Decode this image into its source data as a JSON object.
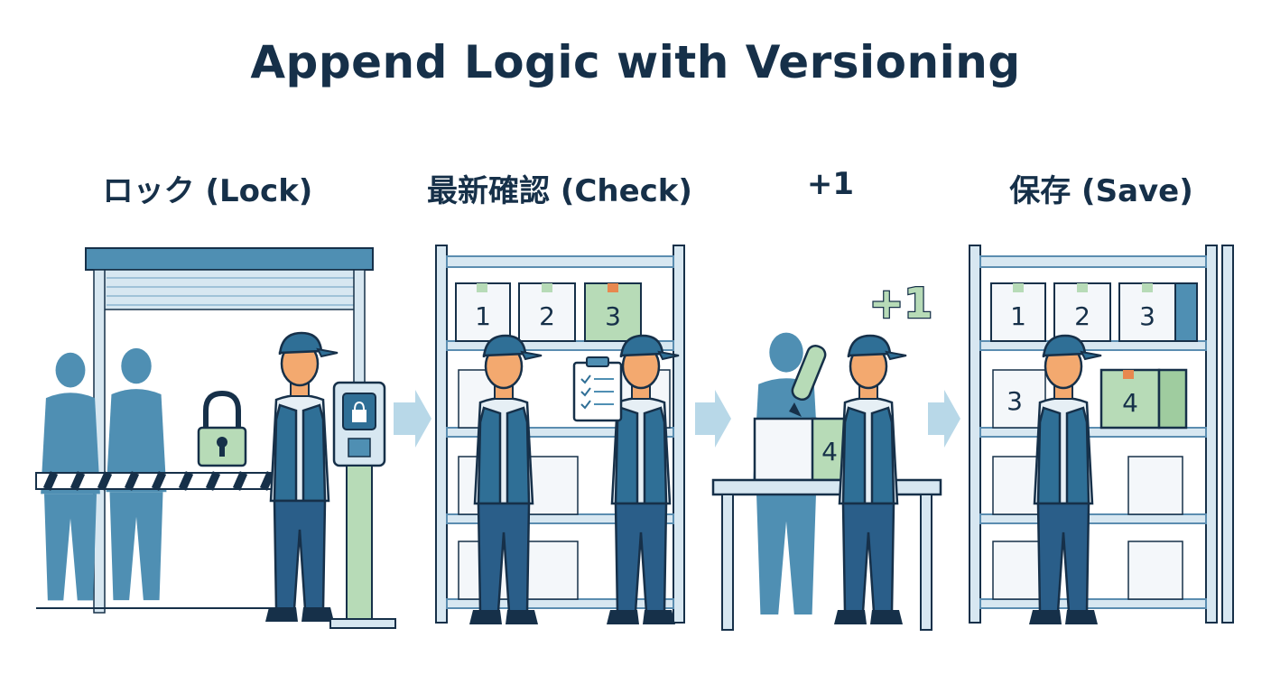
{
  "title": "Append Logic with Versioning",
  "steps": [
    {
      "label": "ロック (Lock)",
      "icon": "padlock-icon"
    },
    {
      "label": "最新確認 (Check)",
      "icon": "clipboard-checklist-icon"
    },
    {
      "label": "+1",
      "icon": "marker-pen-icon"
    },
    {
      "label": "保存 (Save)",
      "icon": "shelf-box-icon"
    }
  ],
  "shelf_boxes_check": [
    "1",
    "2",
    "3"
  ],
  "shelf_boxes_save": [
    "1",
    "2",
    "3",
    "3",
    "4"
  ],
  "increment_badge": "+1",
  "new_box_number": "4",
  "colors": {
    "navy": "#163049",
    "blue": "#2f6f96",
    "light_blue": "#d7e7f1",
    "silhouette": "#4f8fb3",
    "green": "#b7dbb7",
    "frame": "#5b8db0",
    "arrow": "#b8d8e8"
  }
}
